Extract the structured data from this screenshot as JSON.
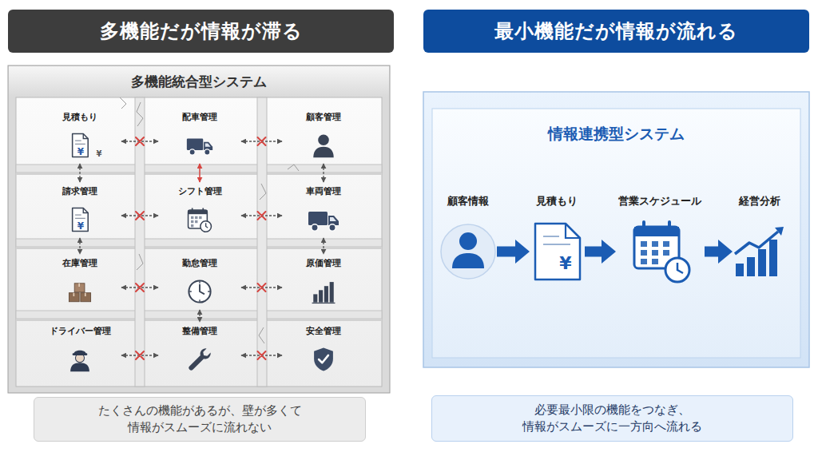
{
  "diagram": {
    "nodes": [
      {
        "text": [
          "多機能だが情報が滞る"
        ]
      },
      {
        "text": [
          "多機能統合型システム"
        ]
      },
      {
        "text": [
          "見積もり"
        ],
        "in": 1
      },
      {
        "text": [
          "配車管理"
        ],
        "in": 1
      },
      {
        "text": [
          "顧客管理"
        ],
        "in": 1
      },
      {
        "text": [
          "請求管理"
        ],
        "in": 1
      },
      {
        "text": [
          "シフト管理"
        ],
        "in": 1
      },
      {
        "text": [
          "車両管理"
        ],
        "in": 1
      },
      {
        "text": [
          "在庫管理"
        ],
        "in": 1
      },
      {
        "text": [
          "勤怠管理"
        ],
        "in": 1
      },
      {
        "text": [
          "原価管理"
        ],
        "in": 1
      },
      {
        "text": [
          "ドライバー管理"
        ],
        "in": 1
      },
      {
        "text": [
          "整備管理"
        ],
        "in": 1
      },
      {
        "text": [
          "安全管理"
        ],
        "in": 1
      },
      {
        "text": [
          "たくさんの機能があるが、壁が多くて 情報がスムーズに流れない"
        ]
      },
      {
        "text": [
          "最小機能だが情報が流れる"
        ]
      },
      {
        "text": [
          "情報連携型システム"
        ]
      },
      {
        "text": [
          "顧客情報"
        ],
        "in": 16
      },
      {
        "text": [
          "見積もり"
        ],
        "in": 16
      },
      {
        "text": [
          "営業スケジュール"
        ],
        "in": 16
      },
      {
        "text": [
          "経営分析"
        ],
        "in": 16
      },
      {
        "text": [
          "必要最小限の機能をつなぎ、 情報がスムーズに一方向へ流れる"
        ]
      }
    ],
    "edges": [
      {
        "from": 2,
        "to": 3,
        "arrow": "both"
      },
      {
        "from": 3,
        "to": 4,
        "arrow": "both"
      },
      {
        "from": 5,
        "to": 6,
        "arrow": "both"
      },
      {
        "from": 6,
        "to": 7,
        "arrow": "both"
      },
      {
        "from": 8,
        "to": 9,
        "arrow": "both"
      },
      {
        "from": 9,
        "to": 10,
        "arrow": "both"
      },
      {
        "from": 11,
        "to": 12,
        "arrow": "both"
      },
      {
        "from": 12,
        "to": 13,
        "arrow": "both"
      },
      {
        "from": 2,
        "to": 5,
        "arrow": "both"
      },
      {
        "from": 3,
        "to": 6,
        "arrow": "both"
      },
      {
        "from": 4,
        "to": 7,
        "arrow": "both"
      },
      {
        "from": 5,
        "to": 8,
        "arrow": "both"
      },
      {
        "from": 7,
        "to": 10,
        "arrow": "both"
      },
      {
        "from": 9,
        "to": 12,
        "arrow": "both"
      },
      {
        "from": 17,
        "to": 18,
        "arrow": "to"
      },
      {
        "from": 18,
        "to": 19,
        "arrow": "to"
      },
      {
        "from": 19,
        "to": 20,
        "arrow": "to"
      }
    ],
    "labels": [
      "¥",
      "¥",
      "¥",
      "¥"
    ]
  }
}
